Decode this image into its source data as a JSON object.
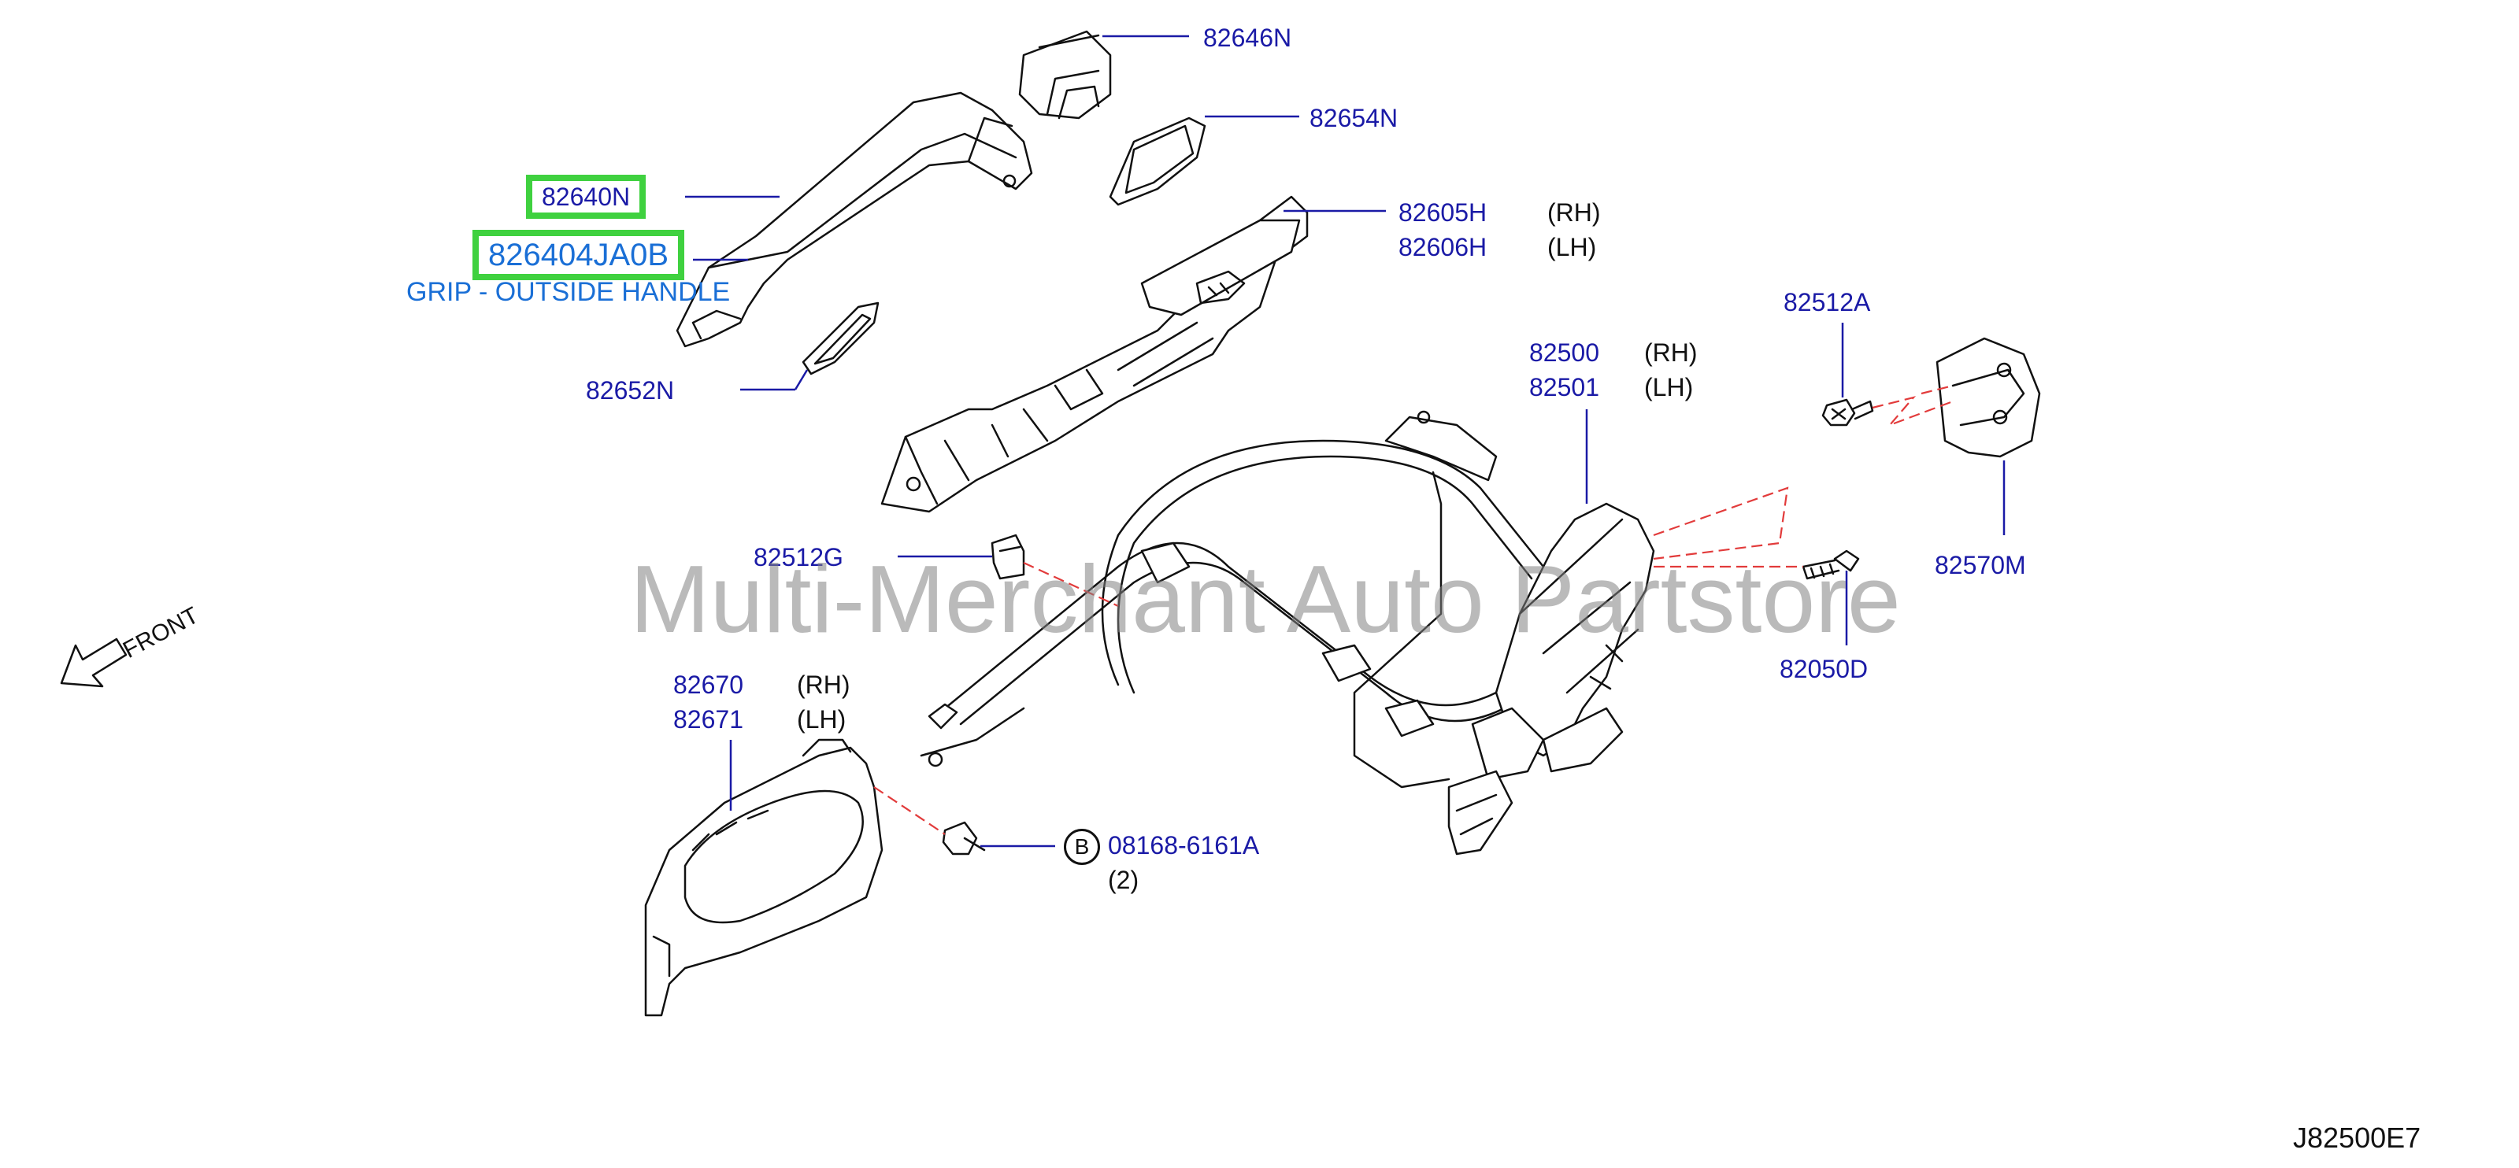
{
  "parts": {
    "p82646N": "82646N",
    "p82654N": "82654N",
    "p82640N": "82640N",
    "p826404JA0B": "826404JA0B",
    "grip_desc": "GRIP - OUTSIDE HANDLE",
    "p82652N": "82652N",
    "p82605H": "82605H",
    "p82606H": "82606H",
    "p82512A": "82512A",
    "p82500": "82500",
    "p82501": "82501",
    "p82570M": "82570M",
    "p82512G": "82512G",
    "p82050D": "82050D",
    "p82670": "82670",
    "p82671": "82671",
    "p08168": "08168-6161A",
    "qty": "(2)",
    "rh": "(RH)",
    "lh": "(LH)"
  },
  "callout_b": "B",
  "front_label": "FRONT",
  "watermark": "Multi-Merchant Auto Partstore",
  "diagram_code": "J82500E7",
  "colors": {
    "label_blue": "#1a1aa6",
    "highlight_green": "#3fd13f",
    "highlight_text": "#1a6fd6",
    "dash_red": "#e23b3b"
  },
  "icons": {
    "front_arrow": "front-arrow-icon"
  }
}
